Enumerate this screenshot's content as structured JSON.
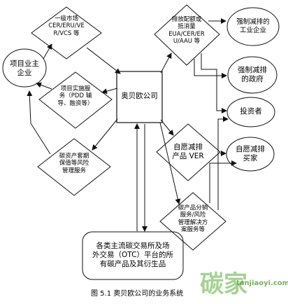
{
  "nodes": {
    "project_owner": "项目业主\n企业",
    "company": "奥贝欧公司",
    "forced_industry": "强制减排的\n工业企业",
    "forced_gov": "强制减排\n的政府",
    "investor": "投资者",
    "voluntary_buyer": "自愿减排\n买家",
    "exchanges": "各类主流碳交易所及场\n外交易（OTC）平台的所\n有碳产品及其衍生品"
  },
  "edge_labels": {
    "primary_market": "一级市场\nCER/ERU/VE\nR/VCS 等",
    "emission_quota": "排放配额或\n抵消量\nEUA/CER/ER\nU/AAU 等",
    "project_services": "项目实施服\n务（PDD 辅\n导、融资等）",
    "risk_management": "碳资产套期\n保值等风险\n管理服务",
    "voluntary_ver": "自愿减排\n产品 VER",
    "distribution_services": "碳产品分销\n服务/风险\n管理解决方\n案服务等"
  },
  "caption": "图 5.1  奥贝欧公司的业务系统",
  "watermark": {
    "brand": "碳家",
    "url": "tanjiaoyi.com"
  },
  "colors": {
    "line": "#111111",
    "watermark_green": "#5cae3a"
  }
}
